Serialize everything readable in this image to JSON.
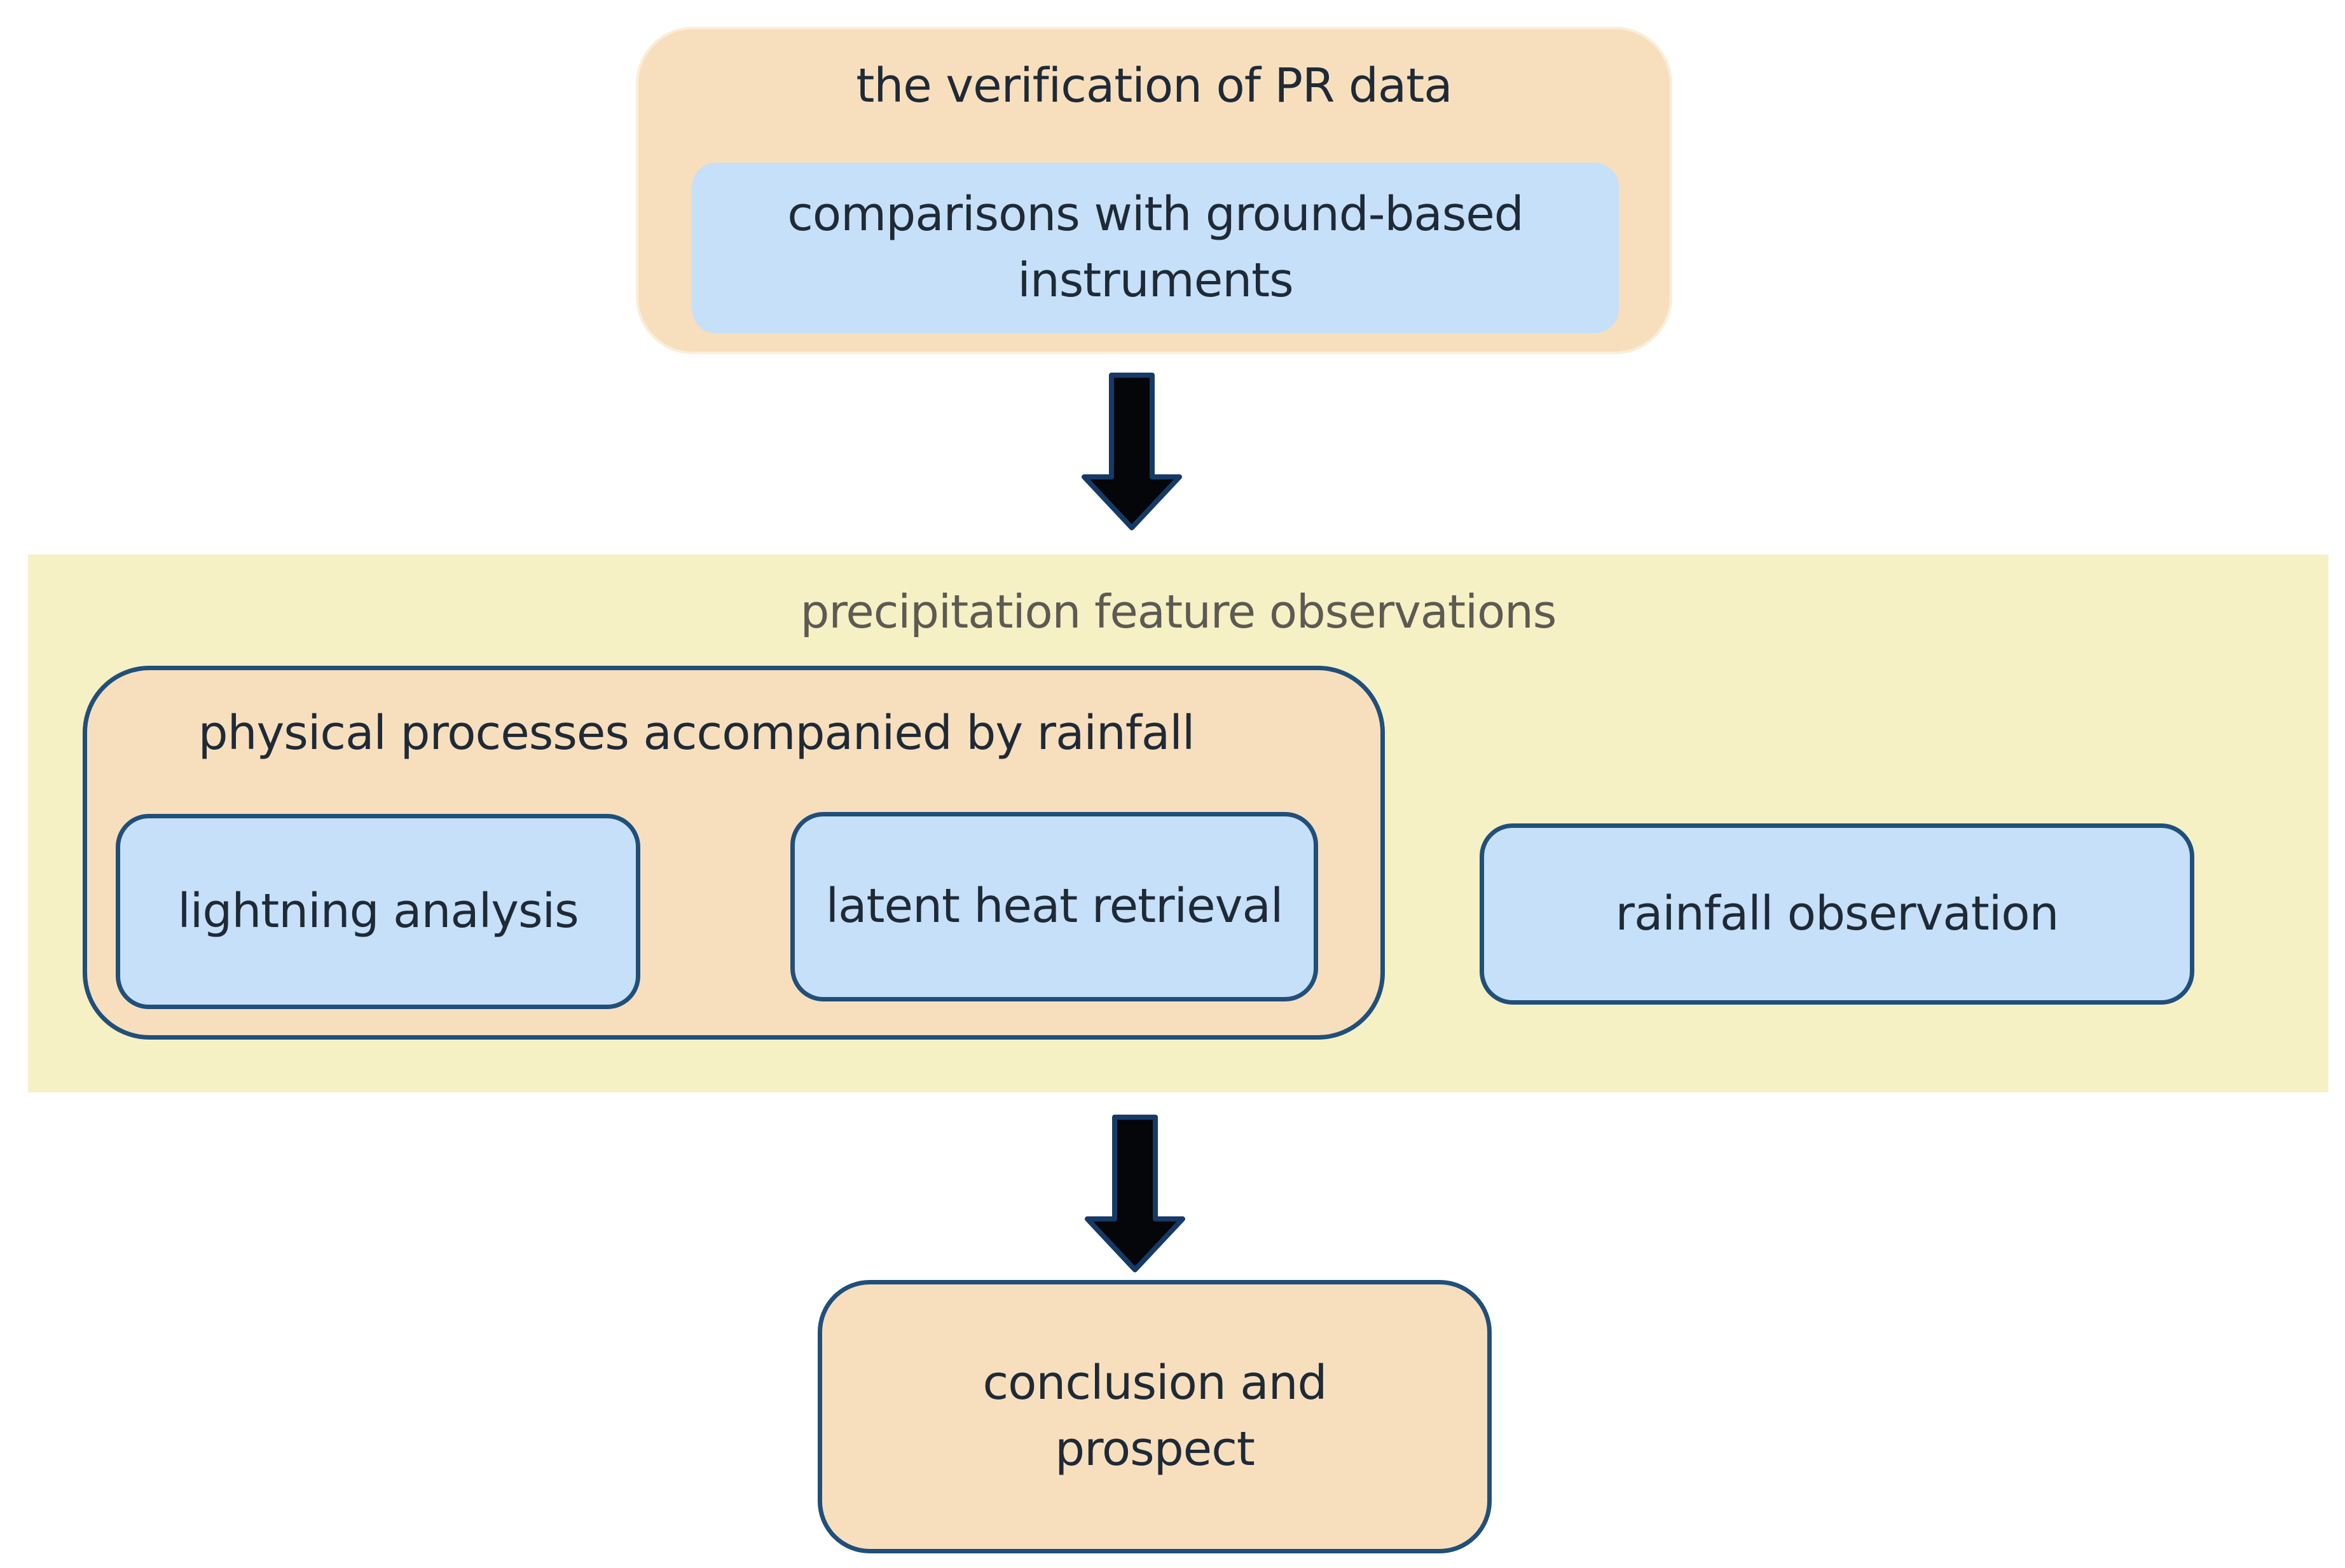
{
  "colors": {
    "outer_orange": "#f7dfbe",
    "inner_blue": "#c5e0f8",
    "section_yellow": "#f6f0c5",
    "border_blue": "#204f7a",
    "arrow_black": "#05060a"
  },
  "diagram": {
    "top": {
      "title": "the verification of PR data",
      "inner": "comparisons with ground-based instruments"
    },
    "section": {
      "title": "precipitation feature observations",
      "physical_group": {
        "title": "physical processes accompanied by rainfall",
        "items": [
          "lightning analysis",
          "latent heat retrieval"
        ]
      },
      "standalone": "rainfall observation"
    },
    "bottom": {
      "conclusion": "conclusion and prospect"
    }
  }
}
